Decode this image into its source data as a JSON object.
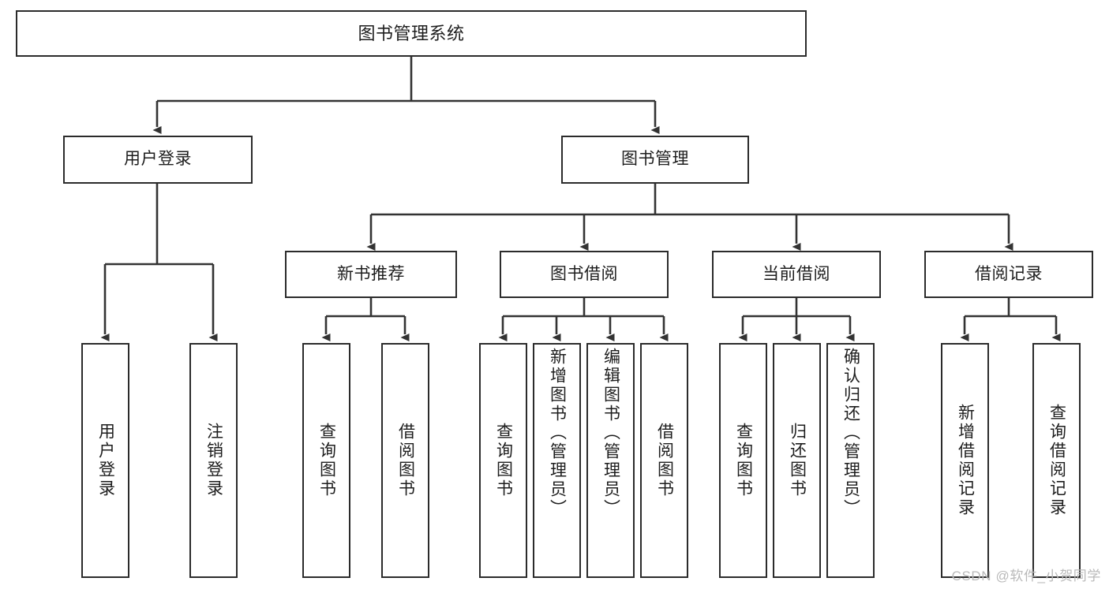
{
  "diagram": {
    "title": "图书管理系统",
    "type": "tree",
    "watermark": "CSDN @软件_小贺同学",
    "colors": {
      "box_border": "#2b2b2b",
      "box_fill": "#ffffff",
      "connector": "#333333",
      "text": "#1d1d1d",
      "watermark": "#b9b9b9",
      "background": "#ffffff"
    },
    "root": {
      "label": "图书管理系统"
    },
    "branches": [
      {
        "label": "用户登录",
        "children": [
          {
            "label": "用户登录"
          },
          {
            "label": "注销登录"
          }
        ]
      },
      {
        "label": "图书管理",
        "children": [
          {
            "label": "新书推荐",
            "children": [
              {
                "label": "查询图书"
              },
              {
                "label": "借阅图书"
              }
            ]
          },
          {
            "label": "图书借阅",
            "children": [
              {
                "label": "查询图书"
              },
              {
                "label": "新增图书（管理员）"
              },
              {
                "label": "编辑图书（管理员）"
              },
              {
                "label": "借阅图书"
              }
            ]
          },
          {
            "label": "当前借阅",
            "children": [
              {
                "label": "查询图书"
              },
              {
                "label": "归还图书"
              },
              {
                "label": "确认归还（管理员）"
              }
            ]
          },
          {
            "label": "借阅记录",
            "children": [
              {
                "label": "新增借阅记录"
              },
              {
                "label": "查询借阅记录"
              }
            ]
          }
        ]
      }
    ]
  }
}
